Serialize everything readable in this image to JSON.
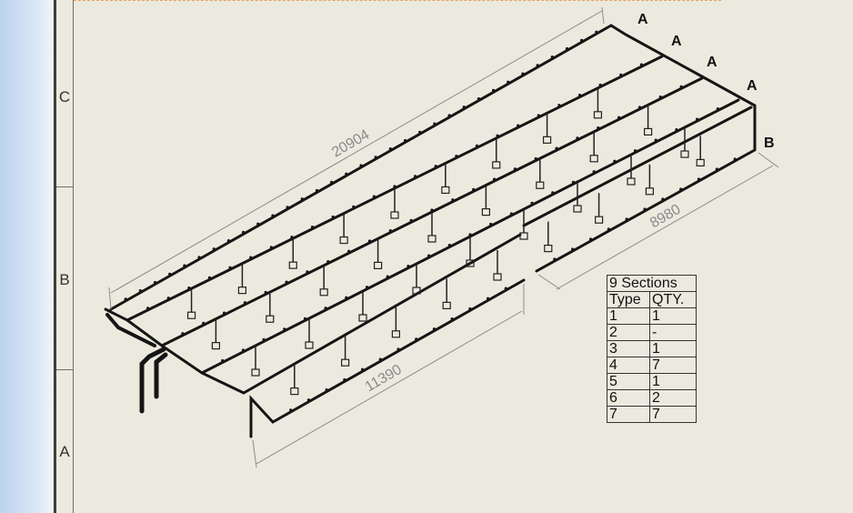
{
  "zones": [
    "C",
    "B",
    "A"
  ],
  "labels": {
    "dim_length": "20904",
    "dim_width": "8980",
    "dim_front": "11390",
    "marker_a": "A",
    "marker_b": "B"
  },
  "table": {
    "title": "9 Sections",
    "headers": [
      "Type",
      "QTY."
    ],
    "rows": [
      [
        "1",
        "1"
      ],
      [
        "2",
        "-"
      ],
      [
        "3",
        "1"
      ],
      [
        "4",
        "7"
      ],
      [
        "5",
        "1"
      ],
      [
        "6",
        "2"
      ],
      [
        "7",
        "7"
      ]
    ]
  }
}
